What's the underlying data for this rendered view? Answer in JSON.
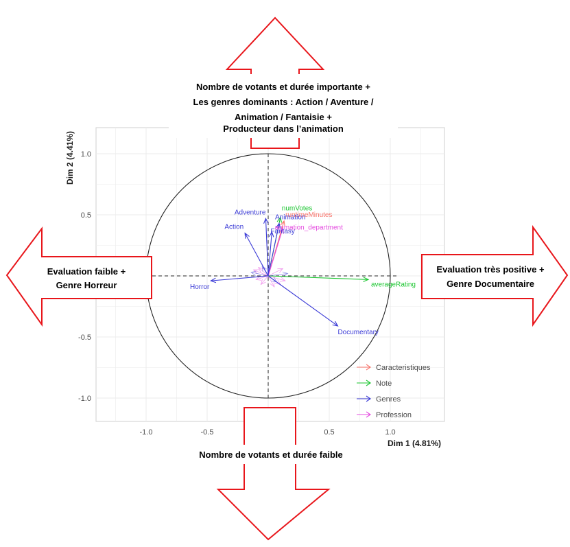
{
  "chart_data": {
    "type": "scatter",
    "subtype": "pca-variable-correlation-circle",
    "xlabel": "Dim 1 (4.81%)",
    "ylabel": "Dim 2 (4.41%)",
    "xlim": [
      -1.45,
      1.45
    ],
    "ylim": [
      -1.15,
      1.15
    ],
    "x_ticks": [
      -1.0,
      -0.5,
      0.0,
      0.5,
      1.0
    ],
    "x_tick_labels": [
      "-1.0",
      "-0.5",
      "",
      "0.5",
      "1.0"
    ],
    "y_ticks": [
      -1.0,
      -0.5,
      0.0,
      0.5,
      1.0
    ],
    "y_tick_labels": [
      "-1.0",
      "-0.5",
      "",
      "0.5",
      "1.0"
    ],
    "grid": true,
    "legend_position": "bottom-right",
    "groups": [
      {
        "name": "Caracteristiques",
        "color": "#f8766d"
      },
      {
        "name": "Note",
        "color": "#19c52e"
      },
      {
        "name": "Genres",
        "color": "#3a3ad6"
      },
      {
        "name": "Profession",
        "color": "#e54ce0"
      }
    ],
    "variables": [
      {
        "name": "numVotes",
        "group": "Note",
        "x": 0.1,
        "y": 0.48
      },
      {
        "name": "runtimeMinutes",
        "group": "Caracteristiques",
        "x": 0.13,
        "y": 0.45
      },
      {
        "name": "Animation",
        "group": "Genres",
        "x": 0.09,
        "y": 0.43
      },
      {
        "name": "animation_department",
        "group": "Profession",
        "x": 0.12,
        "y": 0.39
      },
      {
        "name": "Adventure",
        "group": "Genres",
        "x": -0.02,
        "y": 0.47
      },
      {
        "name": "Action",
        "group": "Genres",
        "x": -0.19,
        "y": 0.35
      },
      {
        "name": "Fantasy",
        "group": "Genres",
        "x": 0.03,
        "y": 0.36
      },
      {
        "name": "Horror",
        "group": "Genres",
        "x": -0.47,
        "y": -0.04
      },
      {
        "name": "averageRating",
        "group": "Note",
        "x": 0.82,
        "y": -0.03
      },
      {
        "name": "Documentary",
        "group": "Genres",
        "x": 0.57,
        "y": -0.41
      }
    ],
    "minor_variables": [
      {
        "group": "Profession",
        "x": -0.12,
        "y": 0.05
      },
      {
        "group": "Profession",
        "x": -0.1,
        "y": -0.03
      },
      {
        "group": "Profession",
        "x": -0.08,
        "y": 0.07
      },
      {
        "group": "Profession",
        "x": 0.12,
        "y": 0.06
      },
      {
        "group": "Profession",
        "x": 0.14,
        "y": -0.04
      },
      {
        "group": "Profession",
        "x": 0.1,
        "y": -0.07
      },
      {
        "group": "Profession",
        "x": -0.06,
        "y": -0.07
      },
      {
        "group": "Profession",
        "x": 0.05,
        "y": -0.09
      },
      {
        "group": "Genres",
        "x": -0.14,
        "y": 0.03
      },
      {
        "group": "Genres",
        "x": 0.16,
        "y": 0.02
      },
      {
        "group": "Genres",
        "x": -0.05,
        "y": 0.08
      },
      {
        "group": "Genres",
        "x": 0.07,
        "y": -0.05
      }
    ]
  },
  "annotations": {
    "top_line1": "Nombre de votants et durée importante +",
    "top_line2": "Les genres dominants : Action / Aventure /",
    "top_line3": "Animation / Fantaisie +",
    "top_line4": "Producteur dans l’animation",
    "bottom": "Nombre de votants et durée faible",
    "left_line1": "Evaluation faible +",
    "left_line2": "Genre Horreur",
    "right_line1": "Evaluation très positive +",
    "right_line2": "Genre Documentaire"
  },
  "colors": {
    "arrow_outline": "#e8161b",
    "circle": "#222222",
    "panel_background": "#ffffff",
    "grid": "#ebebeb"
  }
}
